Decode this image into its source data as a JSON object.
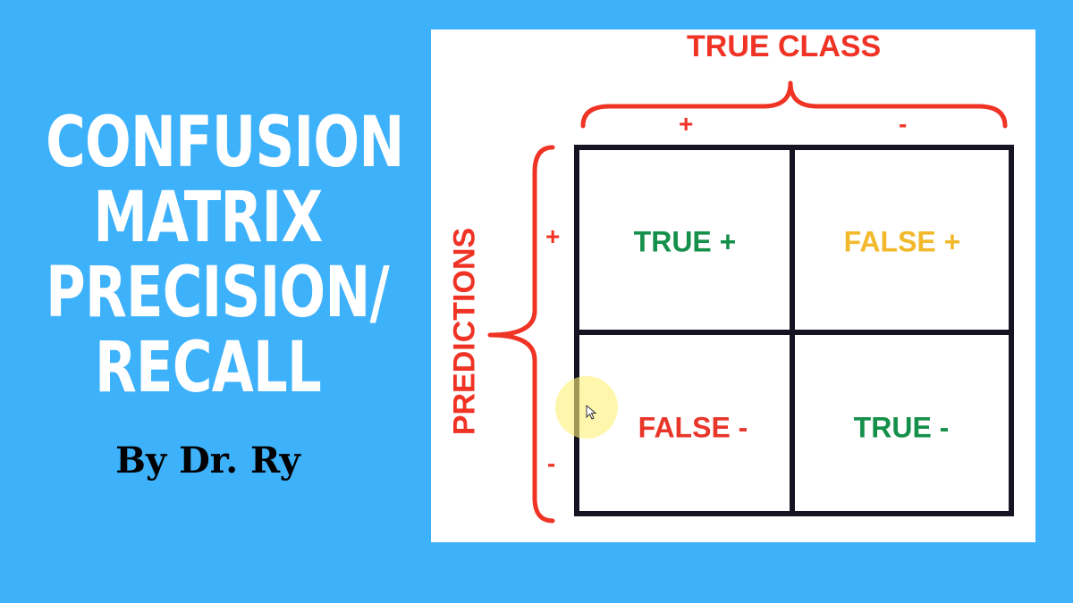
{
  "title": {
    "lines": [
      "CONFUSION",
      "MATRIX",
      "PRECISION/",
      "RECALL"
    ],
    "byline": "By Dr. Ry"
  },
  "diagram": {
    "true_class_label": "TRUE CLASS",
    "predictions_label": "PREDICTIONS",
    "column_signs": [
      "+",
      "-"
    ],
    "row_signs": [
      "+",
      "-"
    ],
    "cells": [
      {
        "label": "TRUE +",
        "color": "#15904a"
      },
      {
        "label": "FALSE +",
        "color": "#f2b92c"
      },
      {
        "label": "FALSE -",
        "color": "#e8362a"
      },
      {
        "label": "TRUE -",
        "color": "#15904a"
      }
    ],
    "annotation_color": "#ef3325",
    "grid_color": "#141422"
  },
  "colors": {
    "background": "#3eb1fb",
    "title_text": "#ffffff",
    "byline_text": "#000000"
  },
  "icons": [
    "cursor-arrow-icon",
    "brace-top-icon",
    "brace-left-icon"
  ]
}
